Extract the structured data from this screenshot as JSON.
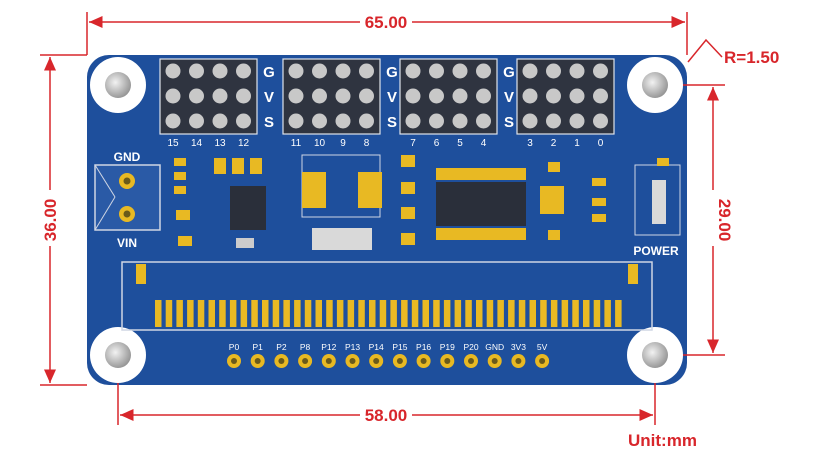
{
  "dimensions": {
    "width": "65.00",
    "height": "36.00",
    "hole_spacing_x": "58.00",
    "hole_spacing_y": "29.00",
    "corner_radius": "R=1.50",
    "unit": "Unit:mm"
  },
  "board": {
    "servo_header_rows": [
      "G",
      "V",
      "S"
    ],
    "servo_channel_groups": [
      [
        "15",
        "14",
        "13",
        "12"
      ],
      [
        "11",
        "10",
        "9",
        "8"
      ],
      [
        "7",
        "6",
        "5",
        "4"
      ],
      [
        "3",
        "2",
        "1",
        "0"
      ]
    ],
    "terminal_labels": {
      "top": "GND",
      "bottom": "VIN"
    },
    "power_label": "POWER",
    "bottom_pins": [
      "P0",
      "P1",
      "P2",
      "P8",
      "P12",
      "P13",
      "P14",
      "P15",
      "P16",
      "P19",
      "P20",
      "GND",
      "3V3",
      "5V"
    ]
  },
  "colors": {
    "board": "#1e4f9c",
    "dimension": "#d8262b",
    "gold": "#e8b923",
    "header": "#2f3440"
  }
}
